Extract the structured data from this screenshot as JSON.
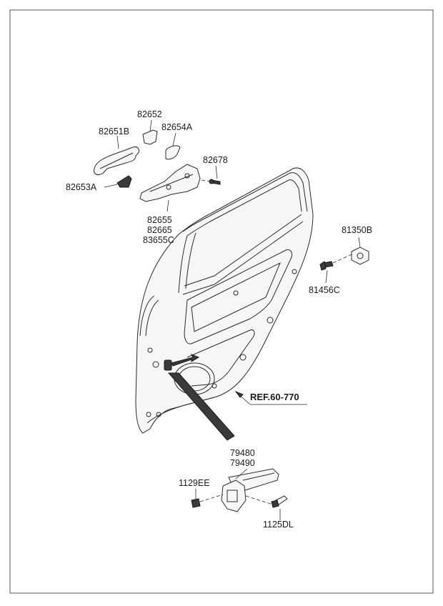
{
  "parts": {
    "p82652": "82652",
    "p82651b": "82651B",
    "p82654a": "82654A",
    "p82678": "82678",
    "p82653a": "82653A",
    "p82655": "82655",
    "p82665": "82665",
    "p83655c": "83655C",
    "p81350b": "81350B",
    "p81456c": "81456C",
    "p79480": "79480",
    "p79490": "79490",
    "p1129ee": "1129EE",
    "p1125dl": "1125DL"
  },
  "reference": {
    "label": "REF.60-770"
  }
}
